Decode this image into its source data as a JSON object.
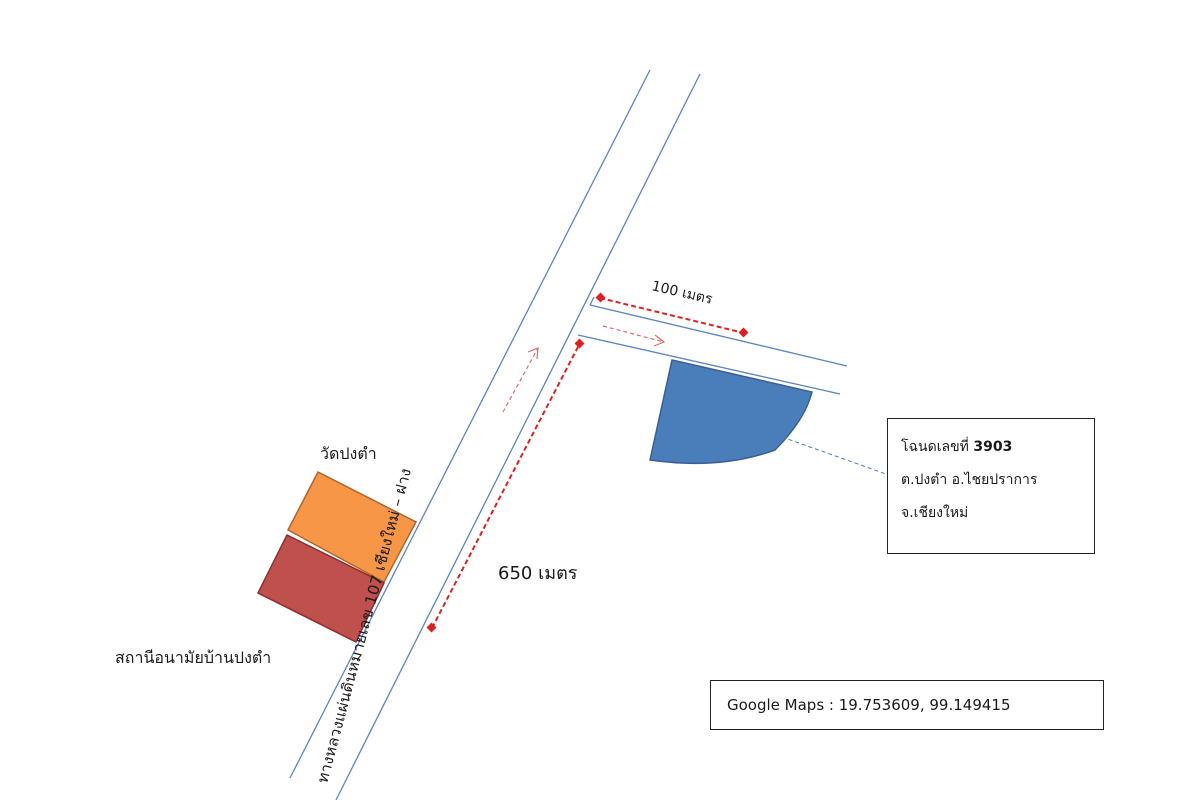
{
  "labels": {
    "temple": "วัดปงตำ",
    "health_station": "สถานีอนามัยบ้านปงตำ",
    "highway": "ทางหลวงแผ่นดินหมายเลข 107 เชียงใหม่ – ฝาง",
    "distance_side": "100 เมตร",
    "distance_main": "650 เมตร"
  },
  "deed_info": {
    "line1_prefix": "โฉนดเลขที่ ",
    "deed_number": "3903",
    "line2": "ต.ปงตำ อ.ไชยปราการ",
    "line3": "จ.เชียงใหม่"
  },
  "coordinates": {
    "text": "Google Maps : 19.753609, 99.149415",
    "latitude": 19.753609,
    "longitude": 99.149415
  },
  "colors": {
    "road_line": "#5b84c4",
    "land_plot_fill": "#4a7ebb",
    "land_plot_stroke": "#3a5f94",
    "temple_fill": "#f79646",
    "temple_stroke": "#b0652a",
    "health_station_fill": "#c0504d",
    "health_station_stroke": "#8a2f2c",
    "distance_marker": "#e02020",
    "direction_arrow": "#e06a6a",
    "leader_line": "#4a7ebb"
  }
}
